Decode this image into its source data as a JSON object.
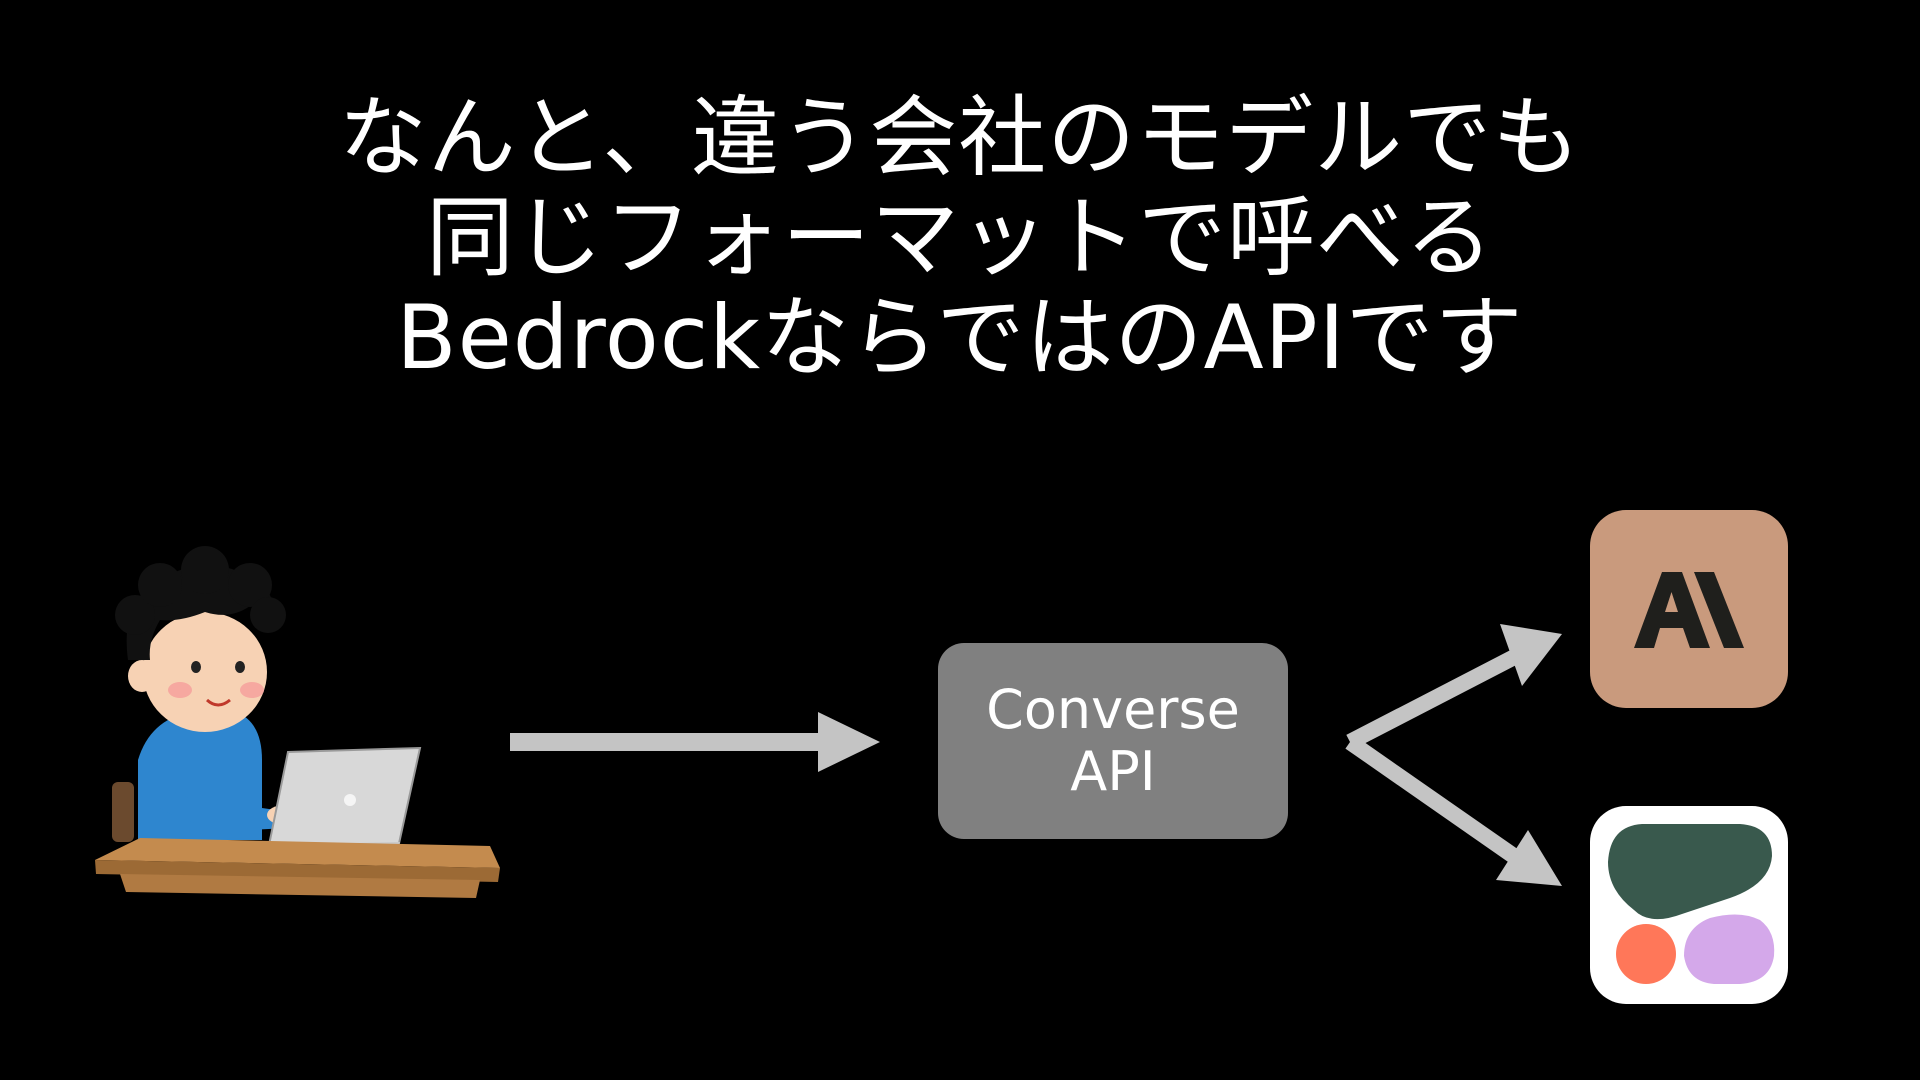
{
  "headline": {
    "lines": [
      "なんと、違う会社のモデルでも",
      "同じフォーマットで呼べる",
      "BedrockならではのAPIです"
    ]
  },
  "diagram": {
    "api_box": {
      "line1": "Converse",
      "line2": "API"
    },
    "logos": {
      "anthropic": {
        "name": "anthropic-logo",
        "mark_text": "A\\"
      },
      "cohere": {
        "name": "cohere-logo"
      }
    },
    "user": {
      "name": "user-at-laptop-illustration"
    }
  },
  "colors": {
    "background": "#000000",
    "headline_text": "#ffffff",
    "arrow": "#c4c4c4",
    "api_box": "#808080",
    "anthropic_tile": "#c99a7d",
    "anthropic_mark": "#1f1f1c",
    "cohere_tile": "#ffffff",
    "cohere_dark": "#39594d",
    "cohere_orange": "#ff7759",
    "cohere_purple": "#d4a8ea"
  }
}
